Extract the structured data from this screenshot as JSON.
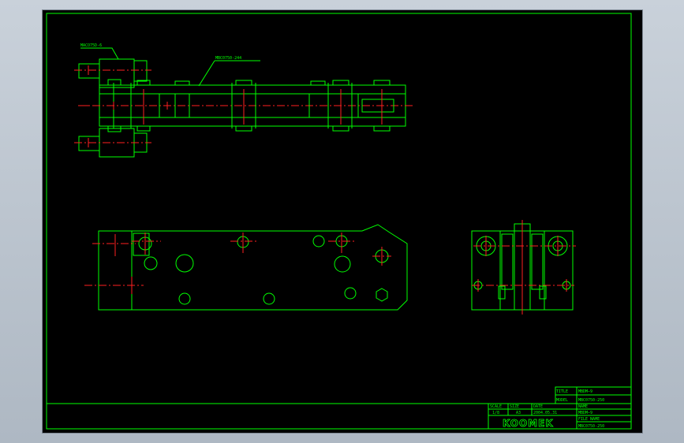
{
  "drawing": {
    "callouts": {
      "top_left": "MACO75D-6",
      "top_mid": "MBC0750-244"
    },
    "title_block": {
      "title_label": "TITLE",
      "title_value": "MBDM—9",
      "model_label": "MODEL",
      "model_value": "MBC0750-250",
      "scale_label": "SCALE",
      "scale_value": "1/8",
      "size_label": "SIZE",
      "size_value": "A3",
      "date_label": "DATE",
      "date_value": "2004.05.31",
      "name_label": "NAME",
      "name_value": "MBDM—9",
      "file_label": "FILE NAME",
      "file_value": "MBC0750-250",
      "logo": "KOOMEK"
    }
  }
}
